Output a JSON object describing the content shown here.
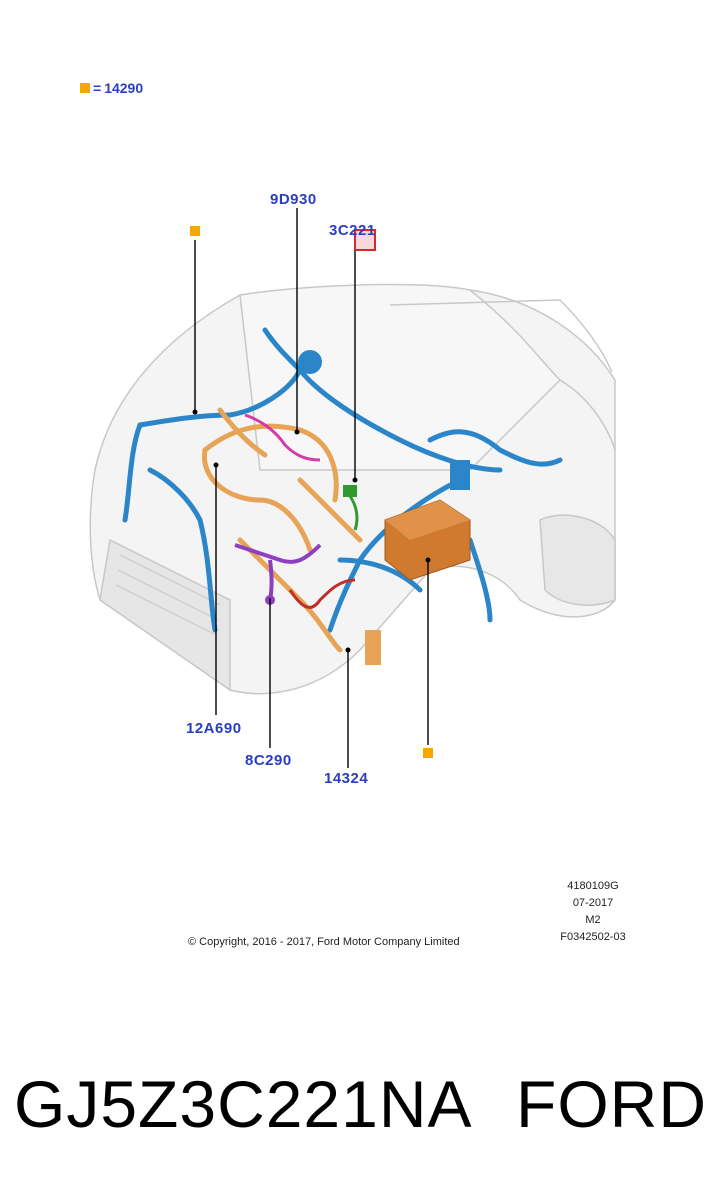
{
  "legend": {
    "equals": "=",
    "value": "14290"
  },
  "callouts": {
    "c9d930": "9D930",
    "c3c221": "3C221",
    "c12a690": "12A690",
    "c8c290": "8C290",
    "c14324": "14324"
  },
  "meta": {
    "line1": "4180109G",
    "line2": "07-2017",
    "line3": "M2",
    "line4": "F0342502-03"
  },
  "copyright": "© Copyright, 2016 - 2017, Ford Motor Company Limited",
  "footer": {
    "part_number": "GJ5Z3C221NA",
    "brand": "FORD"
  },
  "colors": {
    "callout_text": "#2a3fbf",
    "marker": "#f5a700",
    "harness_blue": "#2b86c9",
    "harness_orange": "#e8a456",
    "harness_purple": "#8e3fc0",
    "harness_pink": "#d33ca7",
    "harness_red": "#c0302a",
    "harness_green": "#2f9a2f",
    "module_orange": "#cf7a2e",
    "highlight_box": "#d62a2a"
  }
}
